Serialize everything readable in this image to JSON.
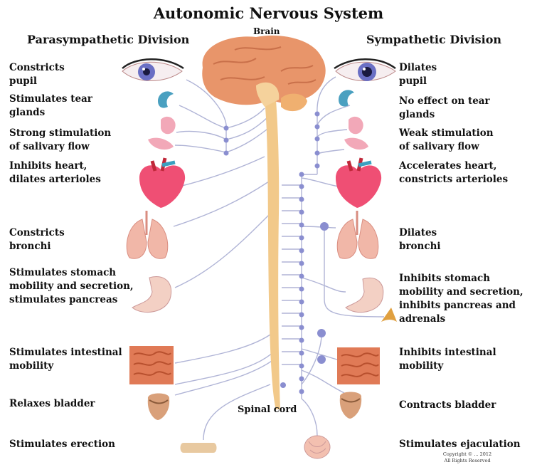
{
  "title": "Autonomic Nervous System",
  "brain_label": "Brain",
  "spinal_cord_label": "Spinal cord",
  "parasympathetic": {
    "heading": "Parasympathetic Division",
    "effects": [
      {
        "organ": "eye",
        "text": "Constricts\npupil"
      },
      {
        "organ": "tear-gland",
        "text": "Stimulates tear\nglands"
      },
      {
        "organ": "salivary-gland",
        "text": "Strong stimulation\nof salivary flow"
      },
      {
        "organ": "heart",
        "text": "Inhibits heart,\ndilates arterioles"
      },
      {
        "organ": "lungs",
        "text": "Constricts\nbronchi"
      },
      {
        "organ": "stomach",
        "text": "Stimulates stomach\nmobility and secretion,\nstimulates pancreas"
      },
      {
        "organ": "intestines",
        "text": "Stimulates intestinal\nmobility"
      },
      {
        "organ": "bladder",
        "text": "Relaxes bladder"
      },
      {
        "organ": "genitals",
        "text": "Stimulates erection"
      }
    ]
  },
  "sympathetic": {
    "heading": "Sympathetic Division",
    "effects": [
      {
        "organ": "eye",
        "text": "Dilates\npupil"
      },
      {
        "organ": "tear-gland",
        "text": "No effect on tear\nglands"
      },
      {
        "organ": "salivary-gland",
        "text": "Weak stimulation\nof salivary flow"
      },
      {
        "organ": "heart",
        "text": "Accelerates heart,\nconstricts arterioles"
      },
      {
        "organ": "lungs",
        "text": "Dilates\nbronchi"
      },
      {
        "organ": "stomach",
        "text": "Inhibits stomach\nmobility and secretion,\ninhibits pancreas and\nadrenals"
      },
      {
        "organ": "intestines",
        "text": "Inhibits intestinal\nmobility"
      },
      {
        "organ": "bladder",
        "text": "Contracts bladder"
      },
      {
        "organ": "genitals",
        "text": "Stimulates ejaculation"
      }
    ]
  },
  "copyright": "Copyright © ... 2012\nAll Rights Reserved",
  "colors": {
    "nerve": "#b0b4d6",
    "ganglion": "#8a8ed0",
    "spinal_cord": "#f2c98a",
    "brain": "#e8956a",
    "heart": "#ef4f74",
    "lungs": "#f1b7a8",
    "intestine": "#e07a56",
    "eye_iris": "#6a6fc4"
  }
}
